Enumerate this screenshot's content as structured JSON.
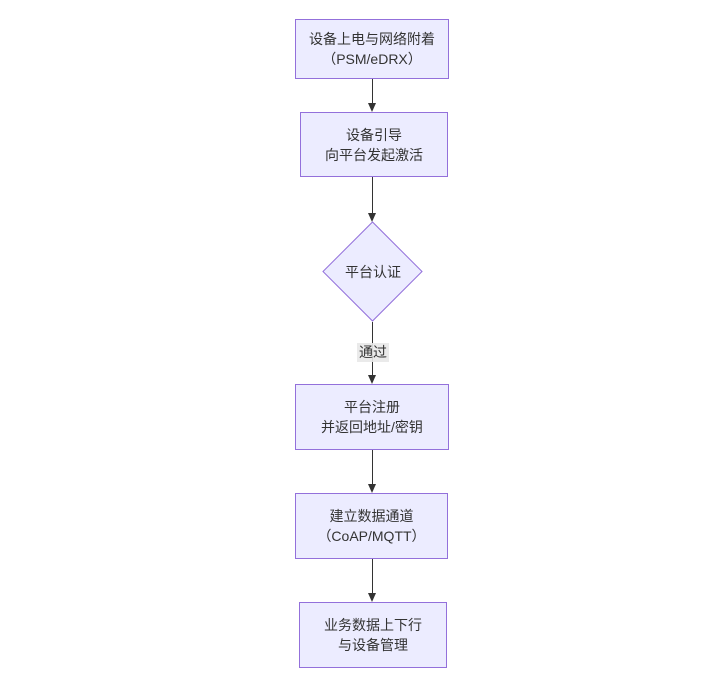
{
  "diagram": {
    "type": "flowchart",
    "direction": "top-down",
    "colors": {
      "background": "#ffffff",
      "node_fill": "#ECECFF",
      "node_border": "#9370DB",
      "edge_line": "#333333",
      "text": "#333333",
      "edge_label_bg": "#e8e8e8"
    },
    "nodes": [
      {
        "id": "power-attach",
        "shape": "rect",
        "line1": "设备上电与网络附着",
        "line2": "（PSM/eDRX）"
      },
      {
        "id": "bootstrap",
        "shape": "rect",
        "line1": "设备引导",
        "line2": "向平台发起激活"
      },
      {
        "id": "platform-auth",
        "shape": "diamond",
        "line1": "平台认证",
        "line2": ""
      },
      {
        "id": "register",
        "shape": "rect",
        "line1": "平台注册",
        "line2": "并返回地址/密钥"
      },
      {
        "id": "data-channel",
        "shape": "rect",
        "line1": "建立数据通道",
        "line2": "（CoAP/MQTT）"
      },
      {
        "id": "business-data",
        "shape": "rect",
        "line1": "业务数据上下行",
        "line2": "与设备管理"
      }
    ],
    "edges": [
      {
        "from": "power-attach",
        "to": "bootstrap",
        "label": ""
      },
      {
        "from": "bootstrap",
        "to": "platform-auth",
        "label": ""
      },
      {
        "from": "platform-auth",
        "to": "register",
        "label": "通过"
      },
      {
        "from": "register",
        "to": "data-channel",
        "label": ""
      },
      {
        "from": "data-channel",
        "to": "business-data",
        "label": ""
      }
    ]
  }
}
